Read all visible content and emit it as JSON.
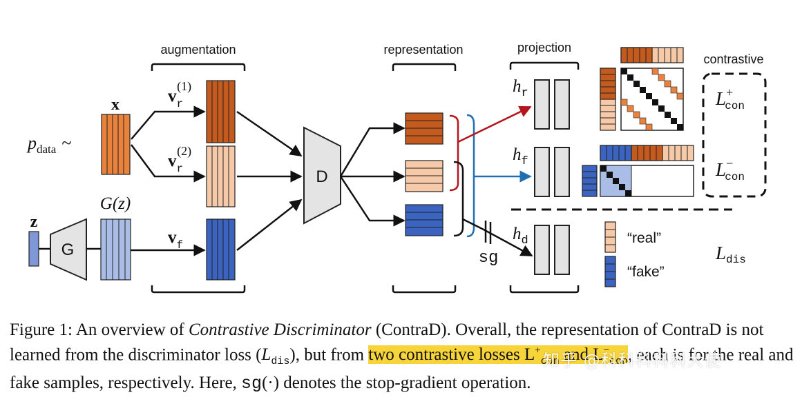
{
  "figure": {
    "labels": {
      "augmentation": "augmentation",
      "representation": "representation",
      "projection": "projection",
      "contrastive": "contrastive",
      "p_data": "p",
      "p_data_sub": "data",
      "tilde": "~",
      "x": "x",
      "z": "z",
      "g_of_z": "G(z)",
      "v_r1_base": "v",
      "v_r1_sub": "r",
      "v_r1_sup": "(1)",
      "v_r2_base": "v",
      "v_r2_sub": "r",
      "v_r2_sup": "(2)",
      "v_f_base": "v",
      "v_f_sub": "f",
      "generator": "G",
      "discriminator": "D",
      "h_r_base": "h",
      "h_r_sub": "r",
      "h_f_base": "h",
      "h_f_sub": "f",
      "h_d_base": "h",
      "h_d_sub": "d",
      "sg": "sg",
      "l_con_plus_base": "L",
      "l_con_plus_sup": "+",
      "l_con_plus_sub": "con",
      "l_con_minus_base": "L",
      "l_con_minus_sup": "−",
      "l_con_minus_sub": "con",
      "l_dis_base": "L",
      "l_dis_sub": "dis",
      "legend_real": "“real”",
      "legend_fake": "“fake”"
    },
    "colors": {
      "orange_dark": "#c55a1e",
      "orange": "#e8823c",
      "peach": "#f6c9a8",
      "blue_dark": "#3a64c0",
      "blue_light": "#a9bde6",
      "gray_fill": "#e4e4e4",
      "red_arrow": "#b3171d",
      "blue_arrow": "#1f6fb4"
    }
  },
  "caption": {
    "part1": "Figure 1: An overview of ",
    "italic": "Contrastive Discriminator",
    "part2": " (ContraD). Overall, the representation of ContraD is not learned from the discriminator loss (",
    "ldis_base": "L",
    "ldis_sub": "dis",
    "part3": "), but from ",
    "highlight": "two contrastive losses L",
    "hl_sup": "+",
    "hl_sub": "con",
    "hl_mid": " and L",
    "hl_sup2": "−",
    "hl_sub2": "con",
    "part4": ", each is for the real and fake samples, respectively. Here, ",
    "sg_code": "sg",
    "sg_arg": "(·)",
    "part5": " denotes the stop-gradient operation.",
    "watermark": "知乎 @科科科科科大使"
  }
}
